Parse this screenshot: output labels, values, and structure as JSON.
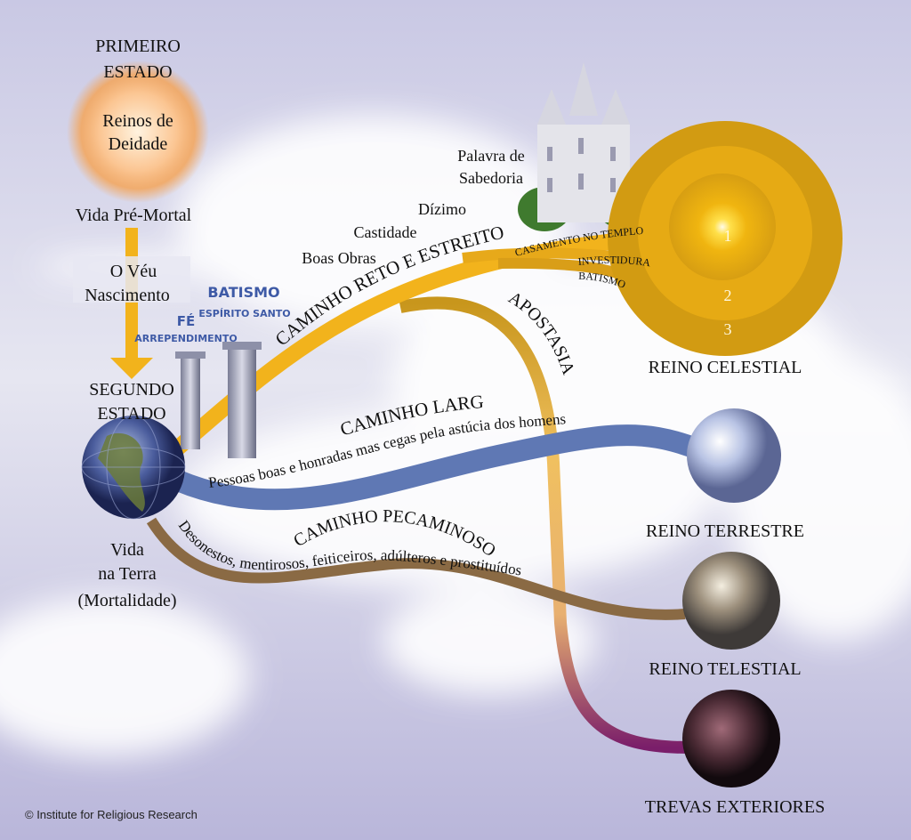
{
  "premortal": {
    "title1": "PRIMEIRO",
    "title2": "ESTADO",
    "kingdom1": "Reinos de",
    "kingdom2": "Deidade",
    "life": "Vida Pré-Mortal",
    "veil": "O Véu",
    "birth": "Nascimento"
  },
  "mortal": {
    "title1": "SEGUNDO",
    "title2": "ESTADO",
    "life1": "Vida",
    "life2": "na Terra",
    "life3": "(Mortalidade)"
  },
  "ordinances": {
    "faith": "FÉ",
    "repentance": "ARREPENDIMENTO",
    "baptism": "BATISMO",
    "holy_ghost": "ESPÍRITO  SANTO"
  },
  "virtues": {
    "wisdom1": "Palavra de",
    "wisdom2": "Sabedoria",
    "tithing": "Dízimo",
    "chastity": "Castidade",
    "works": "Boas Obras"
  },
  "paths": {
    "straight": "CAMINHO RETO E ESTREITO",
    "temple_marriage": "CASAMENTO NO TEMPLO",
    "endowment": "INVESTIDURA",
    "baptism": "BATISMO",
    "apostasy": "APOSTASIA",
    "broad": "CAMINHO LARGO",
    "broad_desc": "Pessoas boas e honradas mas cegas pela astúcia dos homens",
    "sinful": "CAMINHO PECAMINOSO",
    "sinful_desc": "Desonestos, mentirosos,   feiticeiros,  adúlteros e prostituídos"
  },
  "kingdoms": {
    "celestial": "REINO CELESTIAL",
    "degrees": [
      "1",
      "2",
      "3"
    ],
    "terrestrial": "REINO TERRESTRE",
    "telestial": "REINO TELESTIAL",
    "outer": "TREVAS EXTERIORES"
  },
  "copyright": "© Institute for Religious Research",
  "colors": {
    "gold": "#f2b31c",
    "blue": "#5f78b4",
    "brown": "#8a6a44",
    "purple": "#7a1e6a"
  }
}
